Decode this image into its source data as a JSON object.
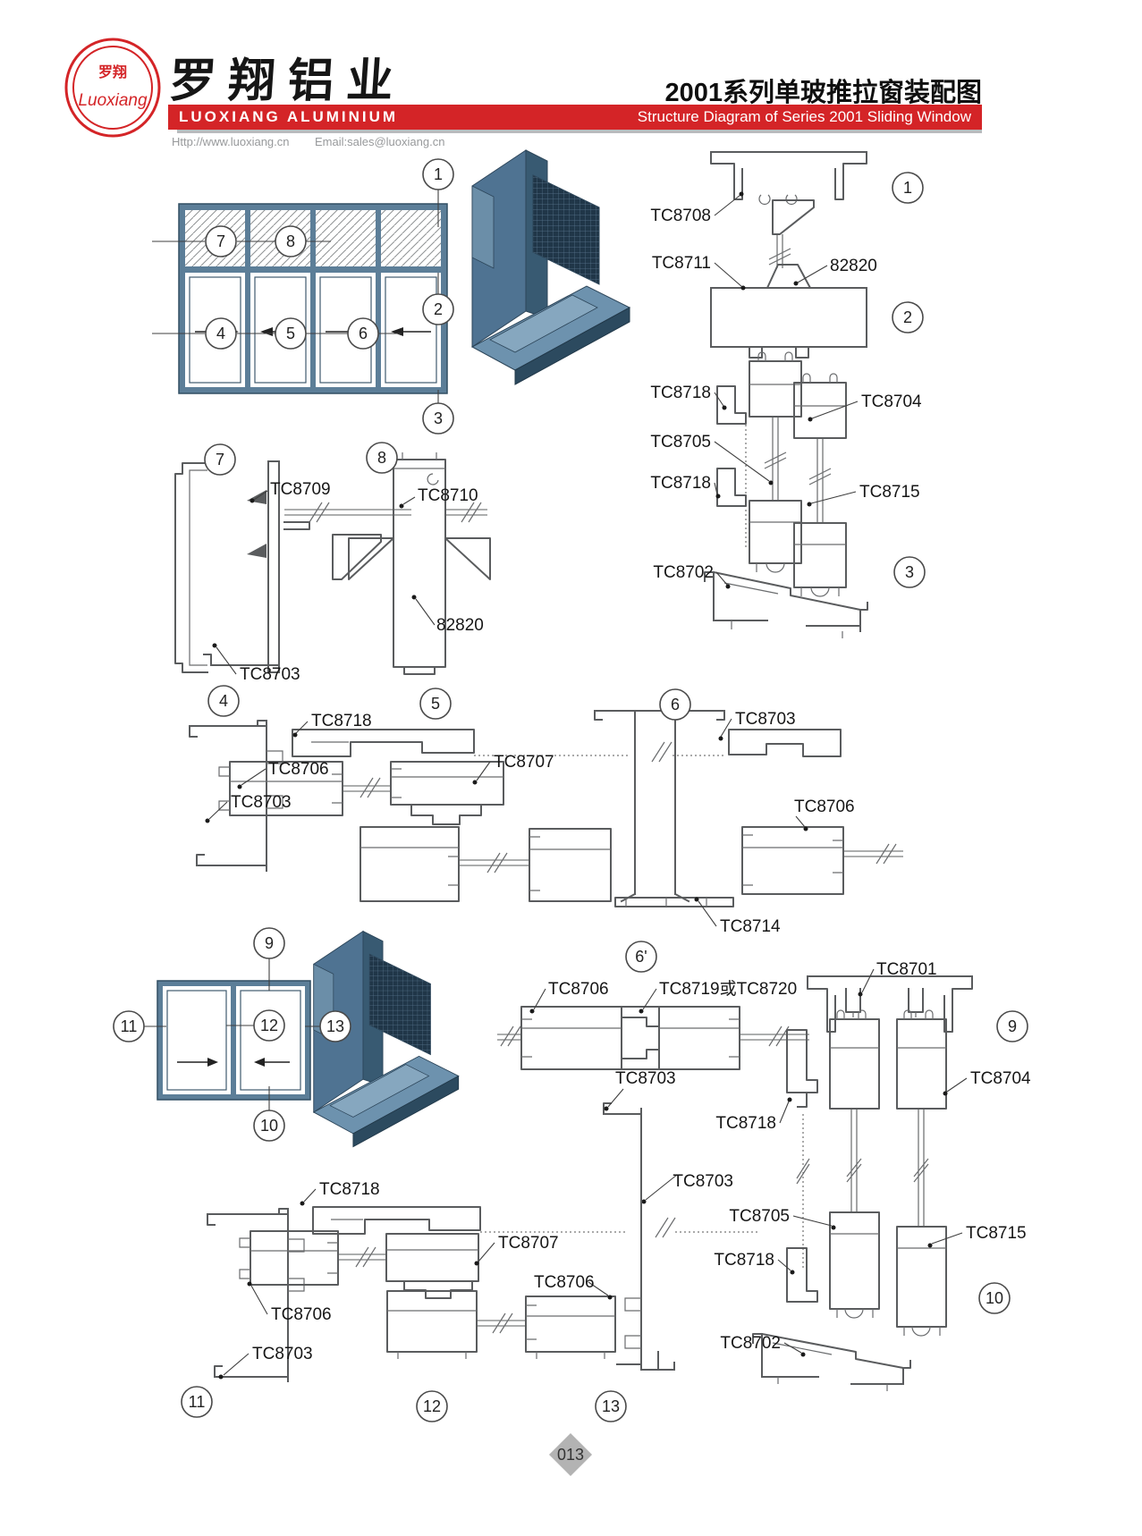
{
  "header": {
    "logo_cn": "罗翔",
    "logo_script": "Luoxiang",
    "company_cn": "罗翔铝业",
    "company_en": "LUOXIANG ALUMINIUM",
    "website": "Http://www.luoxiang.cn",
    "email": "Email:sales@luoxiang.cn",
    "title_cn": "2001系列单玻推拉窗装配图",
    "title_en": "Structure Diagram of Series 2001 Sliding Window"
  },
  "colors": {
    "accent": "#d42427",
    "frame_fill": "#5c7e98",
    "line": "#58595b"
  },
  "callouts": {
    "c1": "1",
    "c2": "2",
    "c3": "3",
    "c4": "4",
    "c5": "5",
    "c6": "6",
    "c6p": "6'",
    "c7": "7",
    "c8": "8",
    "c9": "9",
    "c10": "10",
    "c11": "11",
    "c12": "12",
    "c13": "13"
  },
  "vert1": {
    "tc8708": "TC8708",
    "tc8711": "TC8711",
    "n82820": "82820",
    "tc8718_a": "TC8718",
    "tc8704": "TC8704",
    "tc8705": "TC8705",
    "tc8718_b": "TC8718",
    "tc8715": "TC8715",
    "tc8702": "TC8702"
  },
  "sec78": {
    "tc8709": "TC8709",
    "tc8710": "TC8710",
    "n82820": "82820",
    "tc8703": "TC8703"
  },
  "sec456": {
    "tc8718": "TC8718",
    "tc8706_l": "TC8706",
    "tc8703_l": "TC8703",
    "tc8707": "TC8707",
    "tc8703_r": "TC8703",
    "tc8706_r": "TC8706",
    "tc8714": "TC8714"
  },
  "sec6p": {
    "tc8706": "TC8706",
    "tc8719_20": "TC8719或TC8720"
  },
  "vert2": {
    "tc8701": "TC8701",
    "tc8704": "TC8704",
    "tc8718_a": "TC8718",
    "tc8703": "TC8703",
    "tc8705": "TC8705",
    "tc8715": "TC8715",
    "tc8718_b": "TC8718",
    "tc8702": "TC8702"
  },
  "sec1113": {
    "tc8718": "TC8718",
    "tc8703_top": "TC8703",
    "tc8706_l": "TC8706",
    "tc8703_l": "TC8703",
    "tc8707": "TC8707",
    "tc8706_r": "TC8706"
  },
  "page_number": "013"
}
